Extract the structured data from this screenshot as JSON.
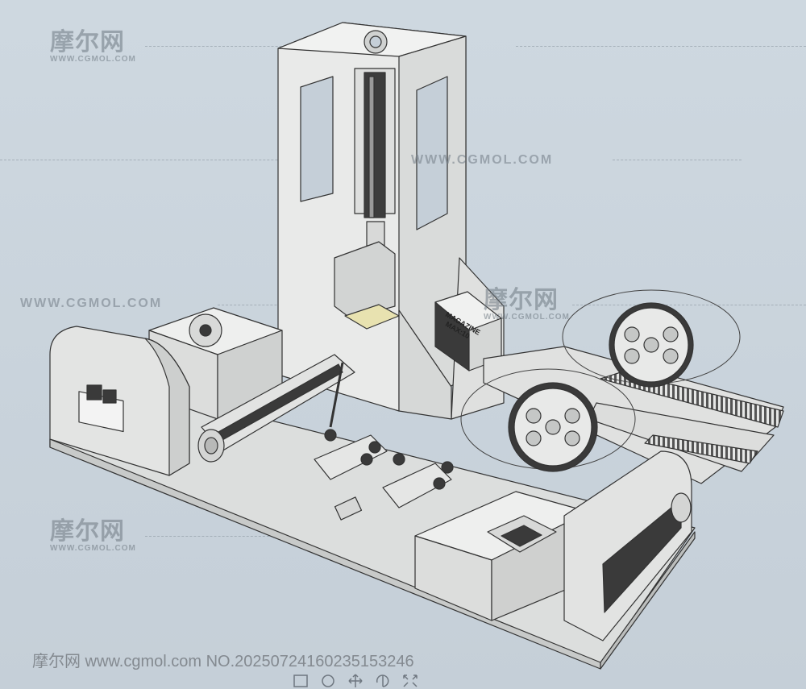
{
  "watermark": {
    "brand_cn": "摩尔网",
    "brand_sub": "WWW.CGMOL.COM",
    "url_text": "WWW.CGMOL.COM"
  },
  "footer": {
    "text": "摩尔网 www.cgmol.com NO.20250724160235153246"
  },
  "model_labels": {
    "magazine_line1": "MAGAZINE",
    "magazine_line2": "MAX:10"
  },
  "toolbar": {
    "items": [
      {
        "name": "view-box-icon"
      },
      {
        "name": "view-orbit-icon"
      },
      {
        "name": "view-pan-icon"
      },
      {
        "name": "view-rotate-icon"
      },
      {
        "name": "view-fit-icon"
      }
    ]
  },
  "colors": {
    "background": "#c9d3dc",
    "part_fill": "#e6e7e6",
    "part_stroke": "#3a3a3a",
    "highlight": "#e8e2b0"
  }
}
